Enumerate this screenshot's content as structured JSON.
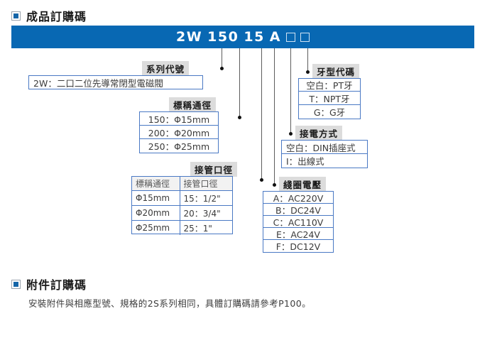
{
  "sections": {
    "product_code": {
      "title": "成品訂購碼",
      "bullet_icon": "square-bullet-icon"
    },
    "accessory_code": {
      "title": "附件訂購碼",
      "bullet_icon": "square-bullet-icon"
    }
  },
  "banner": {
    "code_parts": [
      "2W",
      "150",
      "15",
      "A"
    ],
    "placeholder_count": 2,
    "color": "#0868b3"
  },
  "callouts": {
    "series": {
      "label": "系列代號",
      "rows": [
        "2W：二口二位先導常閉型電磁閥"
      ]
    },
    "nominal_diameter": {
      "label": "標稱通徑",
      "rows": [
        "150：Φ15mm",
        "200：Φ20mm",
        "250：Φ25mm"
      ]
    },
    "pipe_size": {
      "label": "接管口徑",
      "headers": [
        "標稱通徑",
        "接管口徑"
      ],
      "rows": [
        [
          "Φ15mm",
          "15：1/2\""
        ],
        [
          "Φ20mm",
          "20：3/4\""
        ],
        [
          "Φ25mm",
          "25：1\""
        ]
      ]
    },
    "thread_code": {
      "label": "牙型代碼",
      "rows": [
        "空白：PT牙",
        "T：NPT牙",
        "G：G牙"
      ]
    },
    "wiring_method": {
      "label": "接電方式",
      "rows": [
        "空白：DIN插座式",
        "I：出線式"
      ]
    },
    "coil_voltage": {
      "label": "綫圈電壓",
      "rows": [
        "A：AC220V",
        "B：DC24V",
        "C：AC110V",
        "E：AC24V",
        "F：DC12V"
      ]
    }
  },
  "footer": {
    "note": "安裝附件與相應型號、規格的2S系列相同，具體訂購碼請參考P100。"
  },
  "colors": {
    "banner_blue": "#0868b3",
    "box_border": "#4a79c4",
    "label_bg": "#dcdcdc",
    "leader_line": "#5d5d5d"
  }
}
